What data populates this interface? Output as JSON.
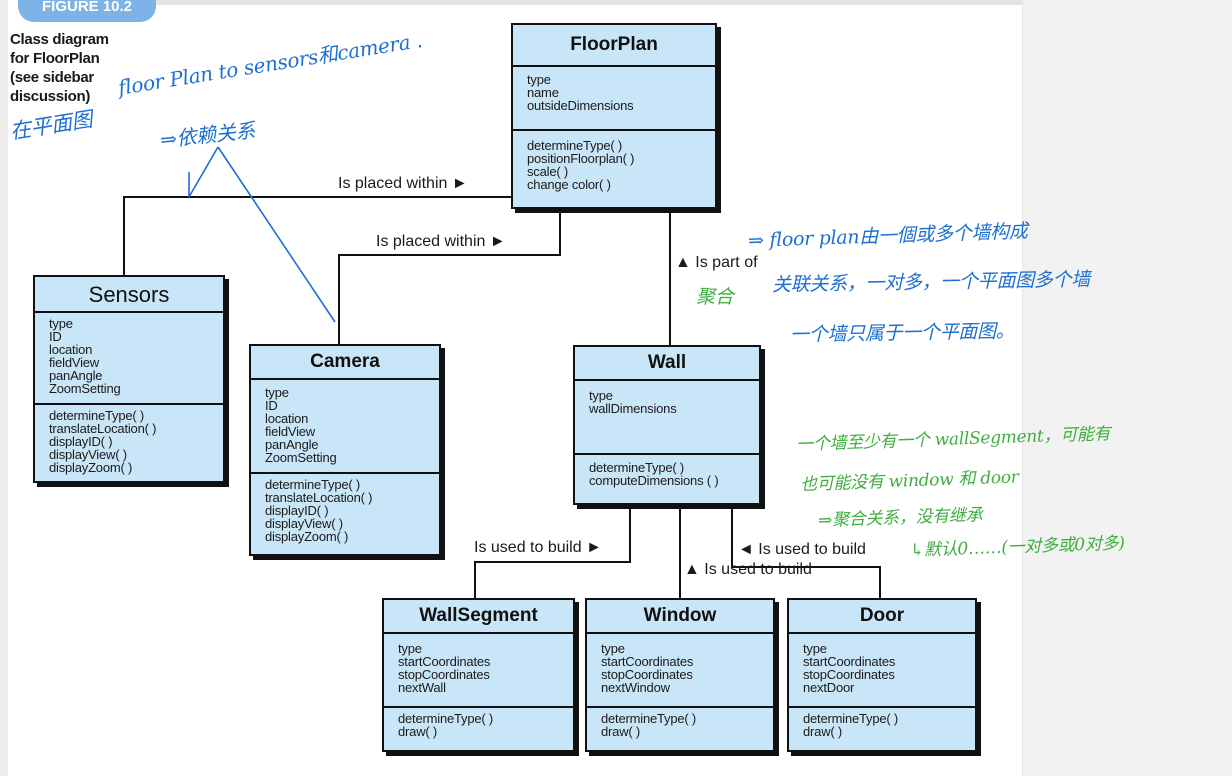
{
  "figure_label": "FIGURE 10.2",
  "caption": [
    "Class diagram",
    "for FloorPlan",
    "(see sidebar",
    "discussion)"
  ],
  "classes": {
    "floorplan": {
      "name": "FloorPlan",
      "attributes": [
        "type",
        "name",
        "outsideDimensions"
      ],
      "operations": [
        "determineType( )",
        "positionFloorplan( )",
        "scale( )",
        "change color( )"
      ]
    },
    "sensors": {
      "name": "Sensors",
      "attributes": [
        "type",
        "ID",
        "location",
        "fieldView",
        "panAngle",
        "ZoomSetting"
      ],
      "operations": [
        "determineType( )",
        "translateLocation( )",
        "displayID( )",
        "displayView( )",
        "displayZoom( )"
      ]
    },
    "camera": {
      "name": "Camera",
      "attributes": [
        "type",
        "ID",
        "location",
        "fieldView",
        "panAngle",
        "ZoomSetting"
      ],
      "operations": [
        "determineType( )",
        "translateLocation( )",
        "displayID( )",
        "displayView( )",
        "displayZoom( )"
      ]
    },
    "wall": {
      "name": "Wall",
      "attributes": [
        "type",
        "wallDimensions"
      ],
      "operations": [
        "determineType( )",
        "computeDimensions ( )"
      ]
    },
    "wallsegment": {
      "name": "WallSegment",
      "attributes": [
        "type",
        "startCoordinates",
        "stopCoordinates",
        "nextWall"
      ],
      "operations": [
        "determineType( )",
        "draw( )"
      ]
    },
    "window": {
      "name": "Window",
      "attributes": [
        "type",
        "startCoordinates",
        "stopCoordinates",
        "nextWindow"
      ],
      "operations": [
        "determineType( )",
        "draw( )"
      ]
    },
    "door": {
      "name": "Door",
      "attributes": [
        "type",
        "startCoordinates",
        "stopCoordinates",
        "nextDoor"
      ],
      "operations": [
        "determineType( )",
        "draw( )"
      ]
    }
  },
  "relations": {
    "sensors_placed": "Is placed within ►",
    "camera_placed": "Is placed within ►",
    "wall_part_of": "▲ Is part of",
    "wallsegment_build": "Is used to build ►",
    "window_build": "▲ Is used to build",
    "door_build": "◄ Is used to build"
  },
  "annotations": {
    "floorplan_note": "floor Plan to sensors和camera .",
    "dependency_line1": "在平面图",
    "dependency_line2": "⇒依赖关系",
    "wall_note_line1": "⇒ floor plan由一個或多个墙构成",
    "wall_note_line2": "关联关系，一对多，一个平面图多个墙",
    "wall_note_line3": "一个墙只属于一个平面图。",
    "aggregation_label": "聚合",
    "segment_note_line1": "一个墙至少有一个 wallSegment，可能有",
    "segment_note_line2": "也可能没有 window 和 door",
    "segment_note_line3": "⇒聚合关系，没有继承",
    "segment_note_line4": "↳默认0……(一对多或0对多)"
  },
  "colors": {
    "class_fill": "#c9e5f8",
    "handwriting_blue": "#1d6fd1",
    "handwriting_green": "#3fae3f"
  }
}
